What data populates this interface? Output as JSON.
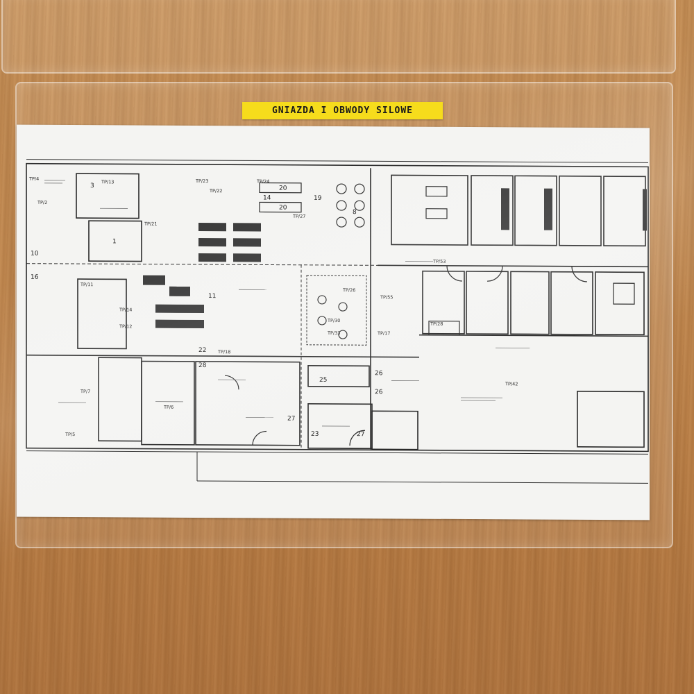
{
  "sign": {
    "title": "GNIAZDA I OBWODY SILOWE"
  },
  "plan": {
    "room_numbers": [
      "3",
      "1",
      "16",
      "20",
      "20",
      "14",
      "19",
      "8",
      "22",
      "25",
      "26",
      "26",
      "27",
      "27",
      "23",
      "28",
      "10",
      "11"
    ],
    "circuit_tags": [
      "TP/13",
      "TP/21",
      "TP/23",
      "TP/24",
      "TP/22",
      "TP/27",
      "TP/11",
      "TP/14",
      "TP/12",
      "TP/18",
      "TP/26",
      "TP/30",
      "TP/33",
      "TP/53",
      "TP/28",
      "TP/42",
      "TP/17",
      "TP/55",
      "TP/7",
      "TP/5",
      "TP/6",
      "TP/4",
      "TP/2"
    ]
  }
}
